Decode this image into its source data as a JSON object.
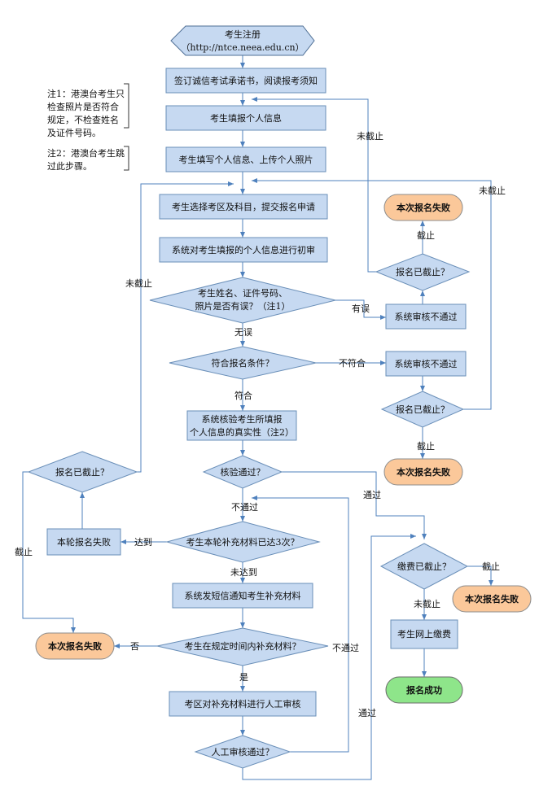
{
  "start": {
    "line1": "考生注册",
    "line2": "（http://ntce.neea.edu.cn）"
  },
  "steps": {
    "sign": "签订诚信考试承诺书，阅读报考须知",
    "fill": "考生填报个人信息",
    "photo": "考生填写个人信息、上传个人照片",
    "select": "考生选择考区及科目，提交报名申请",
    "review": "系统对考生填报的个人信息进行初审",
    "verify_l1": "系统核验考生所填报",
    "verify_l2": "个人信息的真实性（注2）",
    "sms": "系统发短信通知考生补充材料",
    "manual": "考区对补充材料进行人工审核",
    "round_fail": "本轮报名失败",
    "reject1": "系统审核不通过",
    "reject2": "系统审核不通过",
    "pay": "考生网上缴费"
  },
  "decisions": {
    "name_l1": "考生姓名、证件号码、",
    "name_l2": "照片是否有误？（注1）",
    "eligible": "符合报名条件？",
    "verified": "核验通过？",
    "times3": "考生本轮补充材料已达3次？",
    "intime": "考生在规定时间内补充材料？",
    "manual_ok": "人工审核通过？",
    "deadline_top": "报名已截止？",
    "deadline_mid": "报名已截止？",
    "deadline_left": "报名已截止？",
    "pay_deadline": "缴费已截止？"
  },
  "terminals": {
    "fail1": "本次报名失败",
    "fail2": "本次报名失败",
    "fail3": "本次报名失败",
    "fail4": "本次报名失败",
    "success": "报名成功"
  },
  "notes": {
    "note1": [
      "注1：港澳台考生只",
      "检查照片是否符合",
      "规定，不检查姓名",
      "及证件号码。"
    ],
    "note2": [
      "注2：港澳台考生跳",
      "过此步骤。"
    ]
  },
  "labels": {
    "not_closed_a": "未截止",
    "not_closed_b": "未截止",
    "not_closed_c": "未截止",
    "not_closed_d": "未截止",
    "closed_a": "截止",
    "closed_b": "截止",
    "closed_c": "截止",
    "closed_d": "截止",
    "has_error": "有误",
    "no_error": "无误",
    "not_match": "不符合",
    "match": "符合",
    "pass_a": "通过",
    "pass_b": "通过",
    "not_pass_a": "不通过",
    "not_pass_b": "不通过",
    "reached": "达到",
    "not_reached": "未达到",
    "yes": "是",
    "no": "否"
  }
}
